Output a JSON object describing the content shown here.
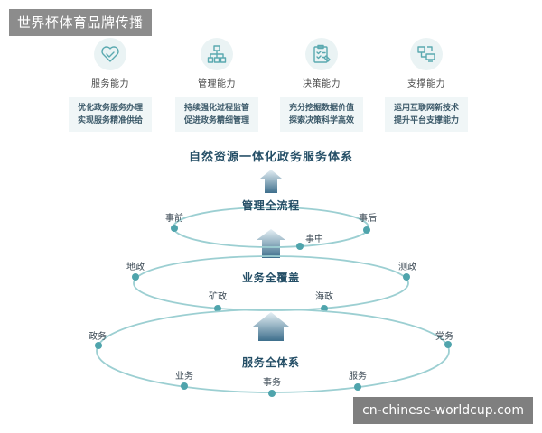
{
  "brand": {
    "text": "世界杯体育品牌传播"
  },
  "watermark": {
    "text": "cn-chinese-worldcup.com"
  },
  "capabilities": [
    {
      "title": "服务能力",
      "icon": "handshake-heart-icon",
      "lines": [
        "优化政务服务办理",
        "实现服务精准供给"
      ]
    },
    {
      "title": "管理能力",
      "icon": "hierarchy-icon",
      "lines": [
        "持续强化过程监管",
        "促进政务精细管理"
      ]
    },
    {
      "title": "决策能力",
      "icon": "clipboard-check-icon",
      "lines": [
        "充分挖掘数据价值",
        "探索决策科学高效"
      ]
    },
    {
      "title": "支撑能力",
      "icon": "monitor-network-icon",
      "lines": [
        "运用互联网新技术",
        "提升平台支撑能力"
      ]
    }
  ],
  "diagram": {
    "title": "自然资源一体化政务服务体系",
    "rings": [
      {
        "title": "管理全流程",
        "labels": [
          "事前",
          "事中",
          "事后"
        ]
      },
      {
        "title": "业务全覆盖",
        "labels": [
          "地政",
          "矿政",
          "海政",
          "测政"
        ]
      },
      {
        "title": "服务全体系",
        "labels": [
          "政务",
          "业务",
          "事务",
          "服务",
          "党务"
        ]
      }
    ]
  },
  "colors": {
    "accent": "#5aa9b0",
    "ring": "#9ccfd2",
    "dot": "#4fa4ac",
    "title": "#244e66",
    "arrow_top": "#e6f0f5",
    "arrow_bottom": "#3e6f8c"
  }
}
